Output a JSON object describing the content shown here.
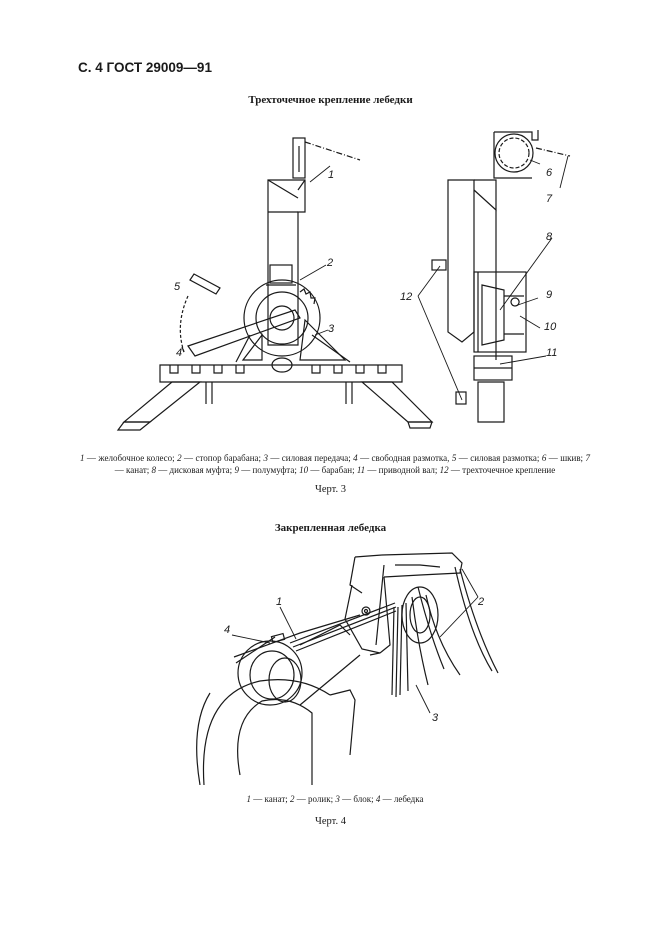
{
  "header": {
    "page_ref": "С. 4 ГОСТ 29009—91"
  },
  "figure3": {
    "title": "Трехточечное крепление лебедки",
    "callouts": [
      "1",
      "2",
      "3",
      "4",
      "5",
      "6",
      "7",
      "8",
      "9",
      "10",
      "11",
      "12"
    ],
    "legend": [
      {
        "num": "1",
        "text": " — желобочное колесо; "
      },
      {
        "num": "2",
        "text": " — стопор барабана; "
      },
      {
        "num": "3",
        "text": " — силовая передача; "
      },
      {
        "num": "4",
        "text": " — свободная размотка, "
      },
      {
        "num": "5",
        "text": " — силовая размотка; "
      },
      {
        "num": "6",
        "text": " — шкив; "
      },
      {
        "num": "7",
        "text": " — канат; "
      },
      {
        "num": "8",
        "text": " — дисковая муфта; "
      },
      {
        "num": "9",
        "text": " — полумуфта; "
      },
      {
        "num": "10",
        "text": " — барабан; "
      },
      {
        "num": "11",
        "text": " — приводной вал; "
      },
      {
        "num": "12",
        "text": " — трехточечное крепление"
      }
    ],
    "label": "Черт. 3"
  },
  "figure4": {
    "title": "Закрепленная лебедка",
    "callouts": [
      "1",
      "2",
      "3",
      "4"
    ],
    "legend": [
      {
        "num": "1",
        "text": " — канат; "
      },
      {
        "num": "2",
        "text": " — ролик; "
      },
      {
        "num": "3",
        "text": " — блок; "
      },
      {
        "num": "4",
        "text": " — лебедка"
      }
    ],
    "label": "Черт. 4"
  }
}
